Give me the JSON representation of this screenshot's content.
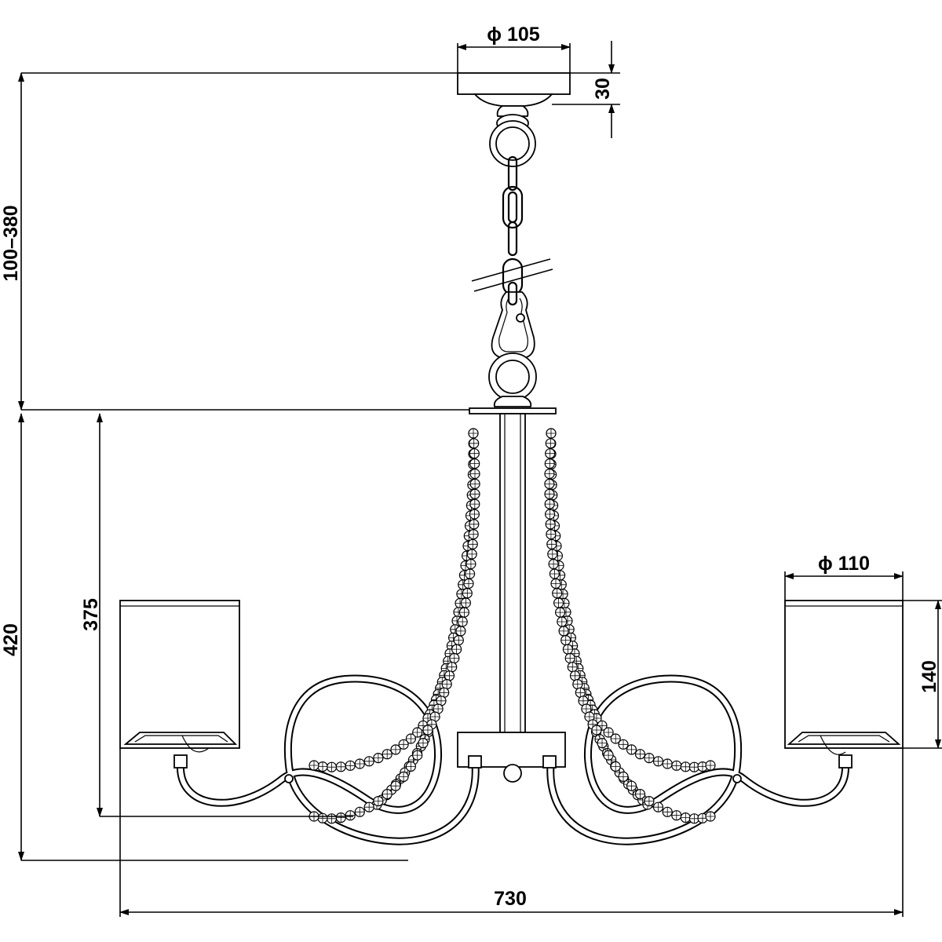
{
  "dimensions": {
    "canopy_diameter": "ϕ 105",
    "canopy_height": "30",
    "suspension_range": "100–380",
    "total_height": "420",
    "arm_height": "375",
    "shade_diameter": "ϕ 110",
    "shade_height": "140",
    "total_width": "730"
  }
}
